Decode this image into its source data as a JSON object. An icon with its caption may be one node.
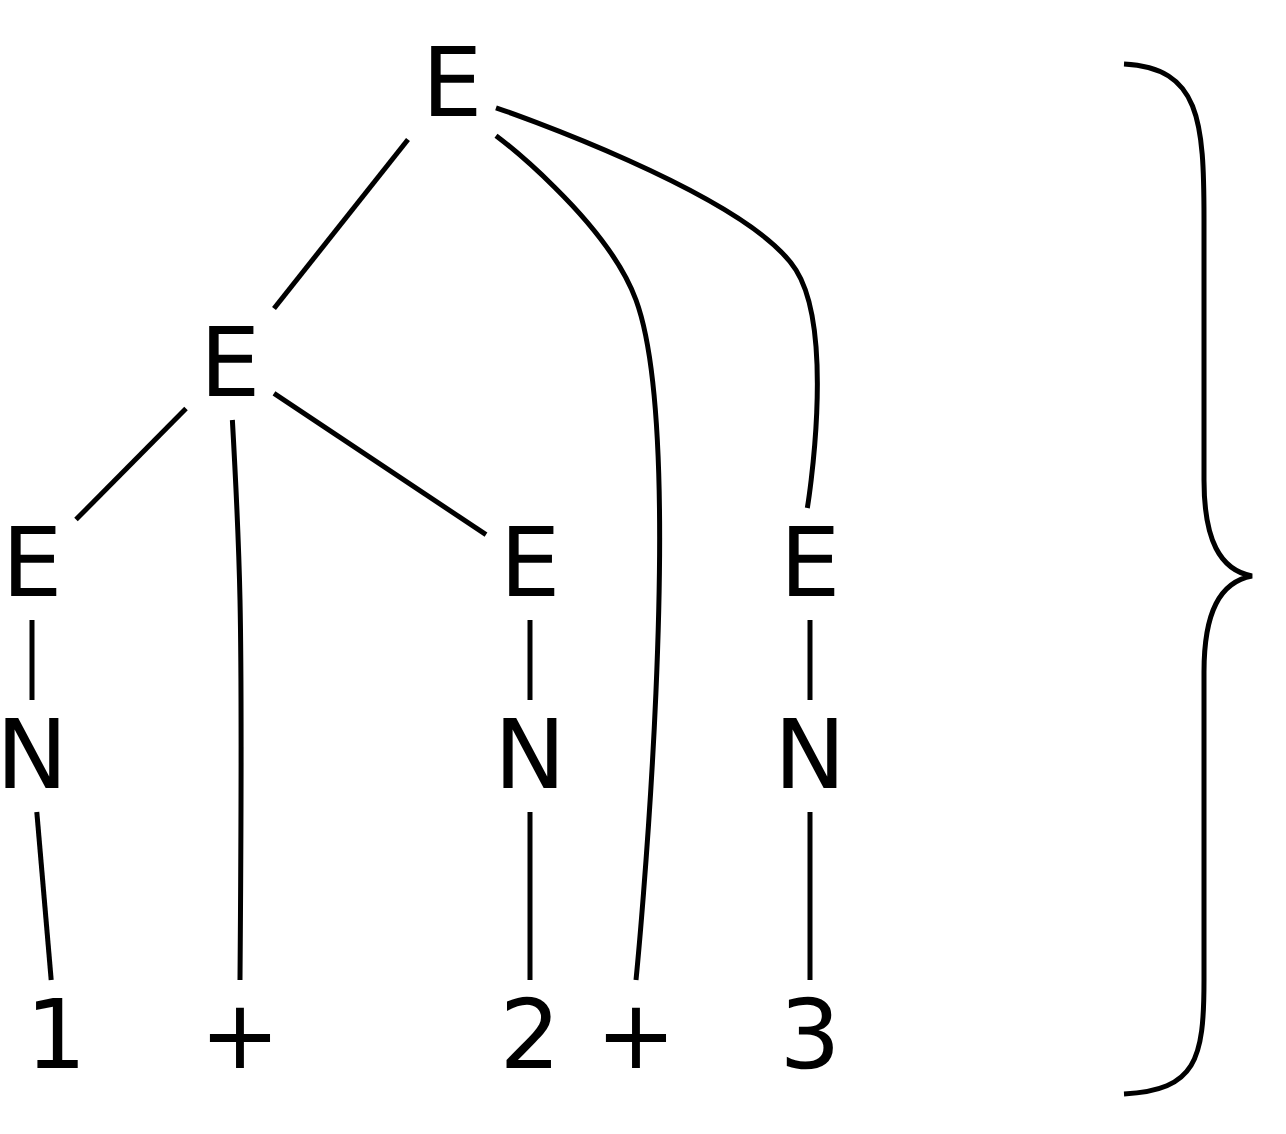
{
  "diagram": {
    "nodes": [
      {
        "text": [
          "E"
        ]
      },
      {
        "text": [
          "E"
        ]
      },
      {
        "text": [
          "E"
        ]
      },
      {
        "text": [
          "E"
        ]
      },
      {
        "text": [
          "E"
        ]
      },
      {
        "text": [
          "N"
        ]
      },
      {
        "text": [
          "N"
        ]
      },
      {
        "text": [
          "N"
        ]
      },
      {
        "text": [
          "1"
        ]
      },
      {
        "text": [
          "+"
        ]
      },
      {
        "text": [
          "2"
        ]
      },
      {
        "text": [
          "+"
        ]
      },
      {
        "text": [
          "3"
        ]
      }
    ],
    "edges": [
      {
        "from": 0,
        "to": 1,
        "arrow": "none"
      },
      {
        "from": 0,
        "to": 11,
        "arrow": "none"
      },
      {
        "from": 0,
        "to": 4,
        "arrow": "none"
      },
      {
        "from": 1,
        "to": 2,
        "arrow": "none"
      },
      {
        "from": 1,
        "to": 9,
        "arrow": "none"
      },
      {
        "from": 1,
        "to": 3,
        "arrow": "none"
      },
      {
        "from": 2,
        "to": 5,
        "arrow": "none"
      },
      {
        "from": 5,
        "to": 8,
        "arrow": "none"
      },
      {
        "from": 3,
        "to": 6,
        "arrow": "none"
      },
      {
        "from": 6,
        "to": 10,
        "arrow": "none"
      },
      {
        "from": 4,
        "to": 7,
        "arrow": "none"
      },
      {
        "from": 7,
        "to": 12,
        "arrow": "none"
      }
    ]
  }
}
